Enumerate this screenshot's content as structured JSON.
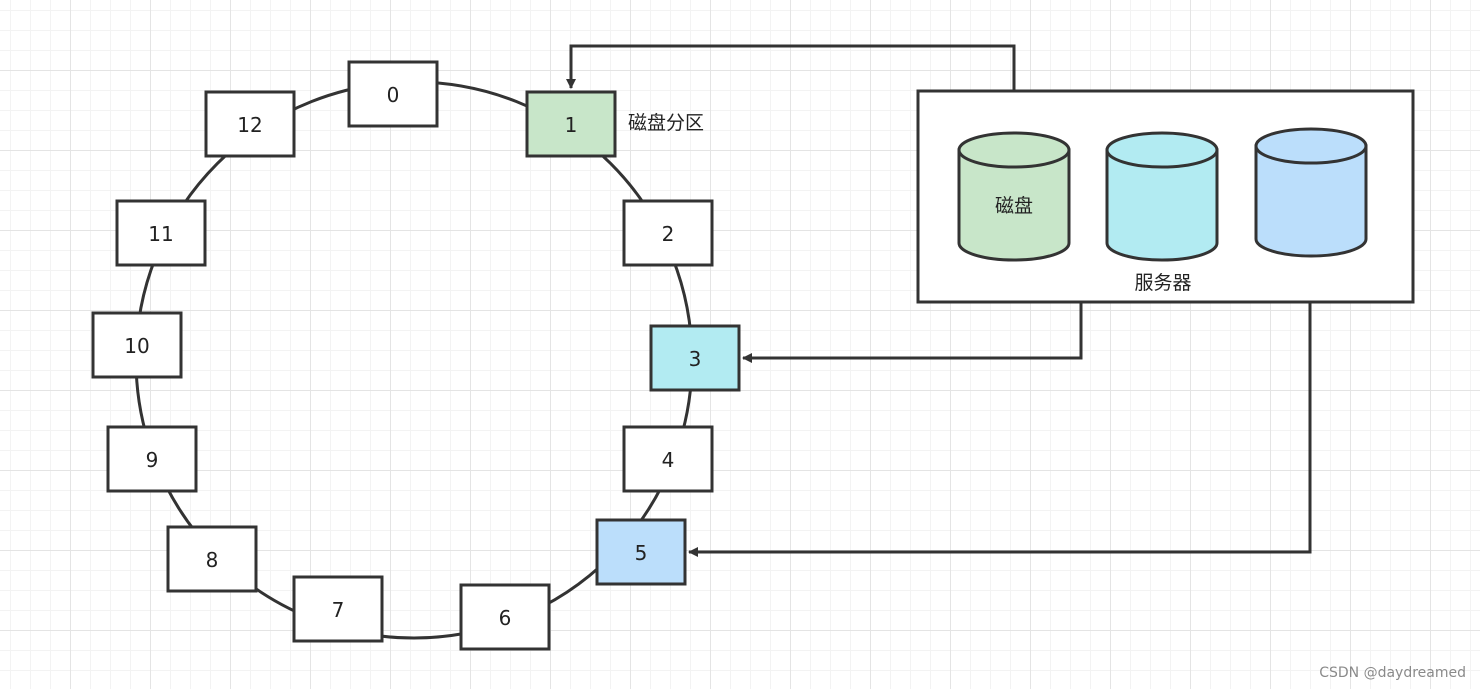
{
  "colors": {
    "stroke": "#333333",
    "default_fill": "#ffffff",
    "green": "#c8e6c9",
    "cyan": "#b2ebf2",
    "blue": "#bbdefb"
  },
  "ring_nodes": [
    {
      "label": "0",
      "color": "default"
    },
    {
      "label": "1",
      "color": "green"
    },
    {
      "label": "2",
      "color": "default"
    },
    {
      "label": "3",
      "color": "cyan"
    },
    {
      "label": "4",
      "color": "default"
    },
    {
      "label": "5",
      "color": "blue"
    },
    {
      "label": "6",
      "color": "default"
    },
    {
      "label": "7",
      "color": "default"
    },
    {
      "label": "8",
      "color": "default"
    },
    {
      "label": "9",
      "color": "default"
    },
    {
      "label": "10",
      "color": "default"
    },
    {
      "label": "11",
      "color": "default"
    },
    {
      "label": "12",
      "color": "default"
    }
  ],
  "partition_label": "磁盘分区",
  "server": {
    "label": "服务器",
    "disks": [
      {
        "label": "磁盘",
        "color": "green",
        "points_to": "1"
      },
      {
        "label": "",
        "color": "cyan",
        "points_to": "3"
      },
      {
        "label": "",
        "color": "blue",
        "points_to": "5"
      }
    ]
  },
  "watermark": "CSDN @daydreamed"
}
